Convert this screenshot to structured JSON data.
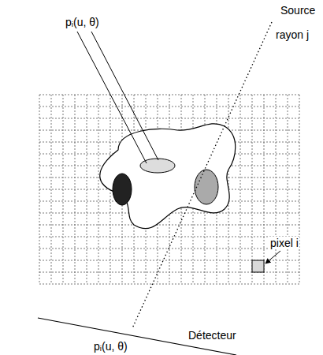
{
  "diagram": {
    "labels": [
      "pᵢ(u, θ)",
      "Source",
      "rayon j",
      "pixel i",
      "pᵢ(u, θ)",
      "Détecteur"
    ]
  }
}
